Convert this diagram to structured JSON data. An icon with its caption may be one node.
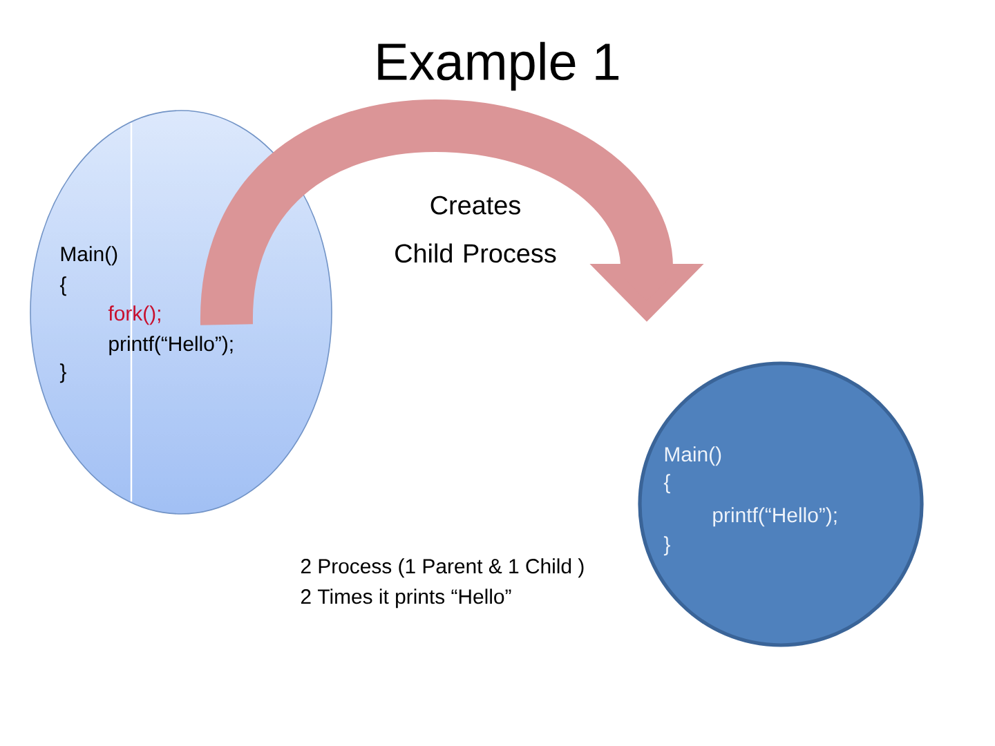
{
  "diagram": {
    "title": "Example 1",
    "nodes": [
      {
        "text": [
          "Main()",
          "{",
          "fork();",
          "printf(“Hello”);",
          "}"
        ]
      },
      {
        "text": [
          "Main()",
          "{",
          "printf(“Hello”);",
          "}"
        ]
      }
    ],
    "edges": [
      {
        "from": 0,
        "to": 1,
        "arrow": "to",
        "label": "Creates Child Process"
      }
    ],
    "labels": [
      "2 Process (1 Parent & 1 Child )",
      "2 Times it prints “Hello”"
    ]
  }
}
